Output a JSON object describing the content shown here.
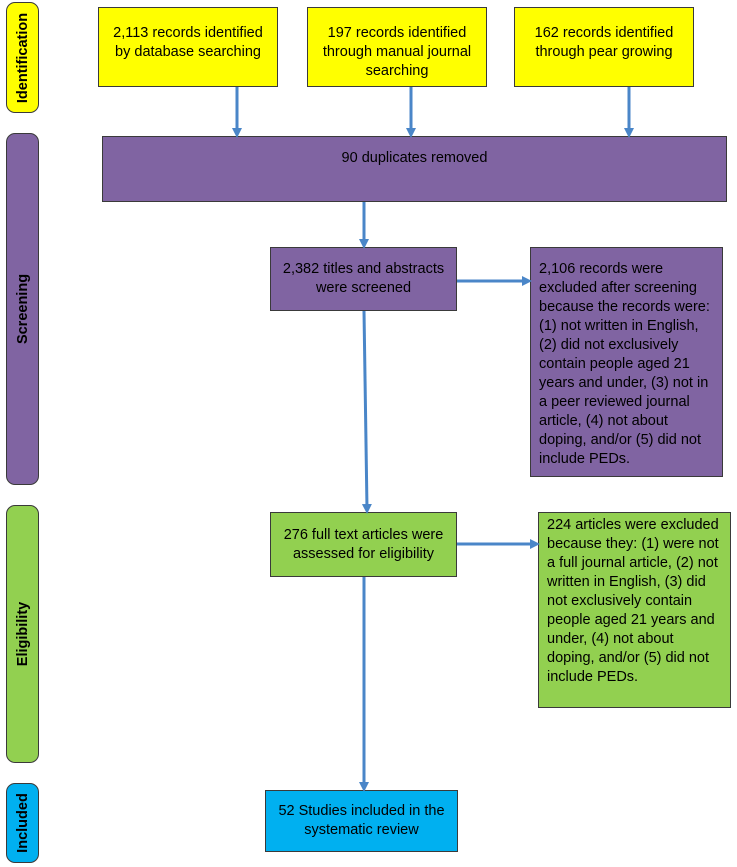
{
  "stages": {
    "identification": "Identification",
    "screening": "Screening",
    "eligibility": "Eligibility",
    "included": "Included"
  },
  "boxes": {
    "database": "2,113 records identified by database searching",
    "manual": "197 records identified through manual journal searching",
    "pear": "162 records identified through pear growing",
    "duplicates": "90 duplicates removed",
    "screened": "2,382 titles and abstracts were screened",
    "excluded_screening": "2,106 records were excluded after screening because the records were: (1) not written in English, (2) did not exclusively contain people aged 21 years and under, (3) not in a peer reviewed journal article, (4) not about doping, and/or (5) did not include PEDs.",
    "fulltext": "276 full text articles were assessed for eligibility",
    "excluded_eligibility": "224 articles were excluded because they: (1) were not a full journal article, (2) not written in English, (3) did not exclusively contain people aged 21 years and under, (4) not about doping, and/or (5) did not include PEDs.",
    "included": "52 Studies included in the systematic review"
  },
  "colors": {
    "yellow": "#ffff00",
    "purple": "#8064a2",
    "green": "#92d050",
    "blue": "#00b0f0",
    "arrow": "#4a86c8"
  }
}
